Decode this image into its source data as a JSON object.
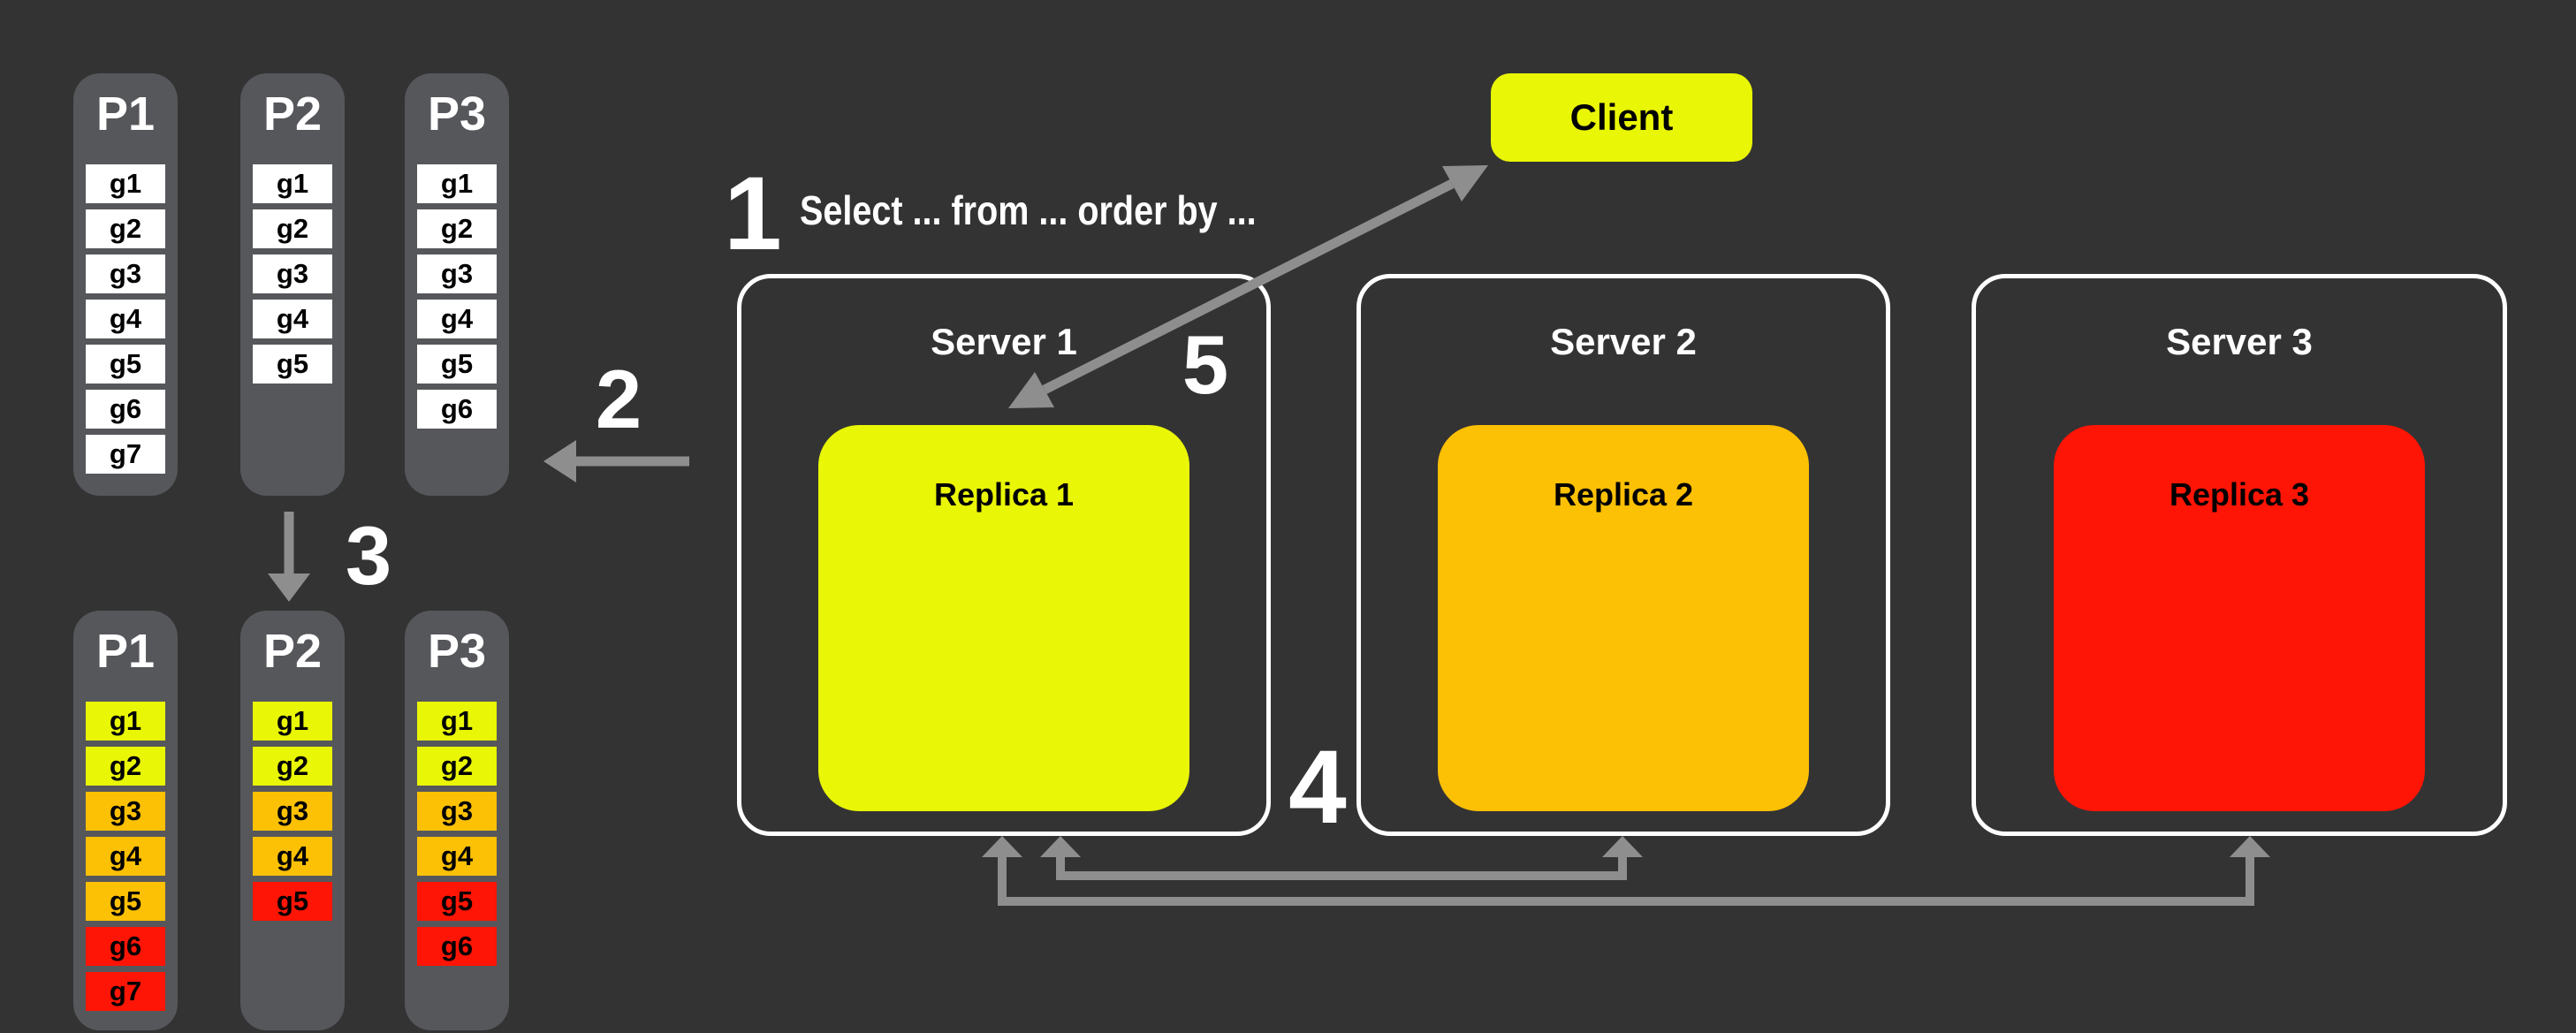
{
  "palette": {
    "background": "#333334",
    "partition_fill": "#56575b",
    "server_border": "#ffffff",
    "cell_white": "#ffffff",
    "yellow": "#e9f605",
    "orange": "#fcc004",
    "red": "#fe1505",
    "arrow_gray": "#8e8e8e",
    "text_light": "#ffffff",
    "text_dark": "#000000"
  },
  "client": {
    "label": "Client"
  },
  "steps": {
    "n1": "1",
    "query": "Select ... from ... order by ...",
    "n2": "2",
    "n3": "3",
    "n4": "4",
    "n5": "5"
  },
  "servers": [
    {
      "label": "Server 1",
      "replica_label": "Replica 1",
      "replica_color": "yellow"
    },
    {
      "label": "Server 2",
      "replica_label": "Replica 2",
      "replica_color": "orange"
    },
    {
      "label": "Server 3",
      "replica_label": "Replica 3",
      "replica_color": "red"
    }
  ],
  "partitions_before": [
    {
      "label": "P1",
      "groups": [
        {
          "label": "g1",
          "color": "white"
        },
        {
          "label": "g2",
          "color": "white"
        },
        {
          "label": "g3",
          "color": "white"
        },
        {
          "label": "g4",
          "color": "white"
        },
        {
          "label": "g5",
          "color": "white"
        },
        {
          "label": "g6",
          "color": "white"
        },
        {
          "label": "g7",
          "color": "white"
        }
      ]
    },
    {
      "label": "P2",
      "groups": [
        {
          "label": "g1",
          "color": "white"
        },
        {
          "label": "g2",
          "color": "white"
        },
        {
          "label": "g3",
          "color": "white"
        },
        {
          "label": "g4",
          "color": "white"
        },
        {
          "label": "g5",
          "color": "white"
        }
      ]
    },
    {
      "label": "P3",
      "groups": [
        {
          "label": "g1",
          "color": "white"
        },
        {
          "label": "g2",
          "color": "white"
        },
        {
          "label": "g3",
          "color": "white"
        },
        {
          "label": "g4",
          "color": "white"
        },
        {
          "label": "g5",
          "color": "white"
        },
        {
          "label": "g6",
          "color": "white"
        }
      ]
    }
  ],
  "partitions_after": [
    {
      "label": "P1",
      "groups": [
        {
          "label": "g1",
          "color": "yellow"
        },
        {
          "label": "g2",
          "color": "yellow"
        },
        {
          "label": "g3",
          "color": "orange"
        },
        {
          "label": "g4",
          "color": "orange"
        },
        {
          "label": "g5",
          "color": "orange"
        },
        {
          "label": "g6",
          "color": "red"
        },
        {
          "label": "g7",
          "color": "red"
        }
      ]
    },
    {
      "label": "P2",
      "groups": [
        {
          "label": "g1",
          "color": "yellow"
        },
        {
          "label": "g2",
          "color": "yellow"
        },
        {
          "label": "g3",
          "color": "orange"
        },
        {
          "label": "g4",
          "color": "orange"
        },
        {
          "label": "g5",
          "color": "red"
        }
      ]
    },
    {
      "label": "P3",
      "groups": [
        {
          "label": "g1",
          "color": "yellow"
        },
        {
          "label": "g2",
          "color": "yellow"
        },
        {
          "label": "g3",
          "color": "orange"
        },
        {
          "label": "g4",
          "color": "orange"
        },
        {
          "label": "g5",
          "color": "red"
        },
        {
          "label": "g6",
          "color": "red"
        }
      ]
    }
  ]
}
